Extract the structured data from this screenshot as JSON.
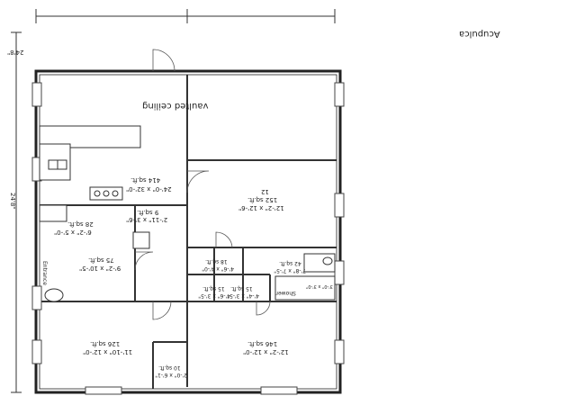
{
  "title": "Acupulca",
  "dimensions": {
    "top_width": "24'8\"",
    "left_depth": "24'8\""
  },
  "annotations": {
    "vaulted": "vaulted ceiling",
    "entry_label": "Entrance",
    "shower_label": "Shower"
  },
  "rooms": [
    {
      "id": "kitchen",
      "dim": "24'-0\" x 32'-0\"",
      "area": "414 sq.ft."
    },
    {
      "id": "bedroom-ne",
      "dim": "12'-2\" x 12'-6\"",
      "area": "152 sq.ft.",
      "extra": "12"
    },
    {
      "id": "laundry",
      "dim": "2'-11\" x 3'-6\"",
      "area": "9 sq.ft."
    },
    {
      "id": "pantry",
      "dim": "6'-2\" x 5'-0\"",
      "area": "28 sq.ft."
    },
    {
      "id": "hall",
      "dim": "9'-2\" x 10'-5\"",
      "area": "75 sq.ft."
    },
    {
      "id": "closet-a",
      "dim": "4'-6\" x 4'-0\"",
      "area": "18 sq.ft."
    },
    {
      "id": "bath-a",
      "dim": "7'-8\" x 7'-5\"",
      "area": "42 sq.ft."
    },
    {
      "id": "closet-b",
      "dim": "4'-6\" x 3'-5\"",
      "area": "15 sq.ft."
    },
    {
      "id": "closet-c",
      "dim": "4'-4\" x 3'-5\"",
      "area": "15 sq.ft."
    },
    {
      "id": "shower",
      "dim": "3'-0\" x 3'-0\""
    },
    {
      "id": "bedroom-sw",
      "dim": "11'-10\" x 12'-0\"",
      "area": "126 sq.ft."
    },
    {
      "id": "bedroom-se",
      "dim": "12'-2\" x 12'-0\"",
      "area": "146 sq.ft."
    },
    {
      "id": "closet-d",
      "dim": "2'-0\" x 6'-1\"",
      "area": "10 sq.ft."
    }
  ]
}
